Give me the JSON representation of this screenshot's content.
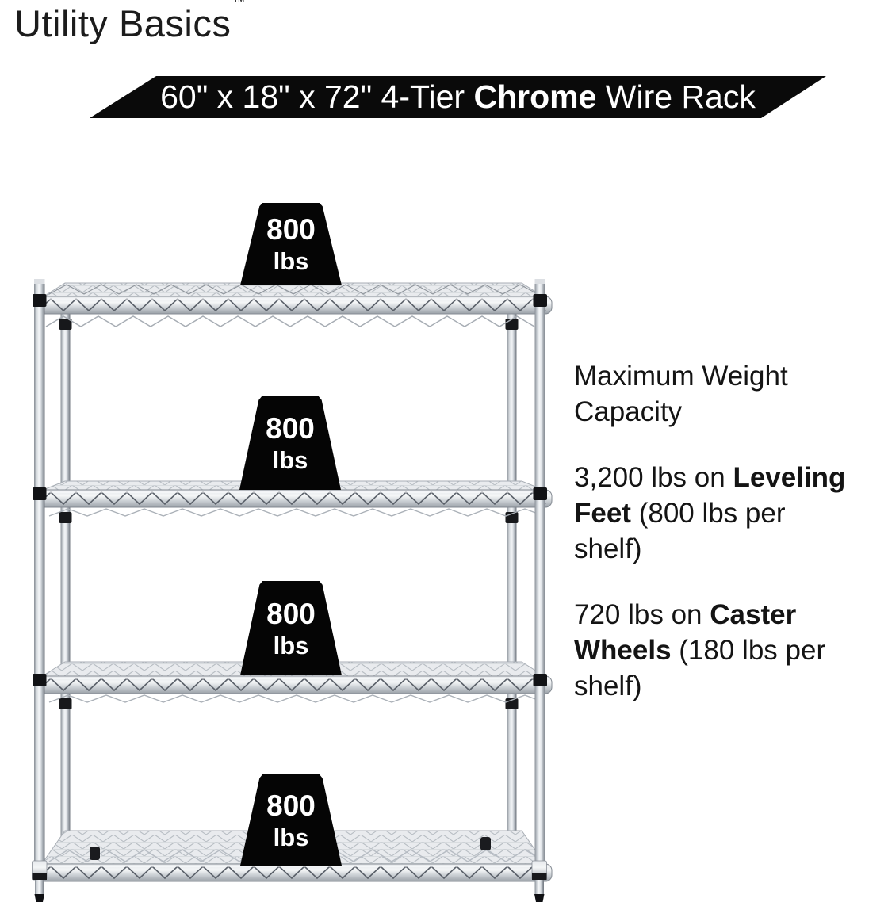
{
  "brand": {
    "name": "Utility Basics",
    "trademark": "™"
  },
  "banner": {
    "segments": [
      {
        "text": "60\" x 18\" x 72\" 4-Tier "
      },
      {
        "text": "Chrome",
        "bold": true
      },
      {
        "text": " Wire Rack"
      }
    ],
    "bg_color": "#0a0a0a",
    "text_color": "#ffffff"
  },
  "weight_badge": {
    "value": "800",
    "unit": "lbs",
    "count": 4
  },
  "info": {
    "heading_lines": [
      "Maximum Weight",
      "Capacity"
    ],
    "paragraphs": [
      {
        "lines": [
          [
            {
              "text": "3,200 lbs on "
            },
            {
              "text": "Leveling",
              "bold": true
            }
          ],
          [
            {
              "text": "Feet",
              "bold": true
            },
            {
              "text": " (800 lbs per"
            }
          ],
          [
            {
              "text": "shelf)"
            }
          ]
        ]
      },
      {
        "lines": [
          [
            {
              "text": "720 lbs on "
            },
            {
              "text": "Caster",
              "bold": true
            }
          ],
          [
            {
              "text": "Wheels",
              "bold": true
            },
            {
              "text": " (180 lbs per"
            }
          ],
          [
            {
              "text": "shelf)"
            }
          ]
        ]
      }
    ]
  },
  "rack": {
    "shelf_count": 4,
    "finish": "Chrome"
  },
  "colors": {
    "background": "#ffffff",
    "banner_bg": "#0a0a0a",
    "banner_text": "#ffffff",
    "weight_badge_bg": "#050505",
    "weight_badge_text": "#ffffff",
    "body_text": "#141414",
    "chrome_light": "#f4f6f8",
    "chrome_dark": "#878d95"
  }
}
